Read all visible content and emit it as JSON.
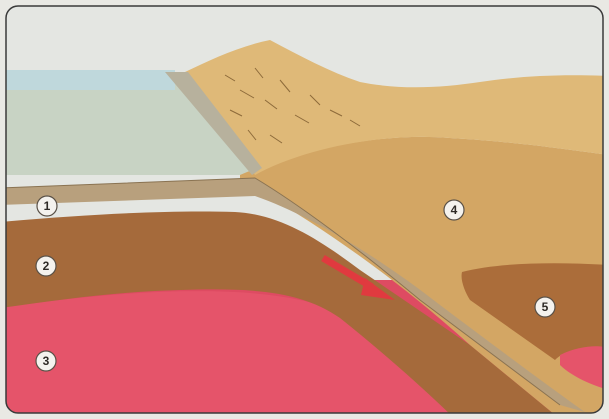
{
  "diagram": {
    "labels": [
      {
        "id": "layer-1",
        "text": "1"
      },
      {
        "id": "layer-2",
        "text": "2"
      },
      {
        "id": "layer-3",
        "text": "3"
      },
      {
        "id": "layer-4",
        "text": "4"
      },
      {
        "id": "layer-5",
        "text": "5"
      }
    ],
    "arrow": {
      "direction": "down-right",
      "color": "#e03a3f"
    },
    "colors": {
      "sky": "#e4e6e2",
      "ocean": "#c9d8c8",
      "ocean_surface": "#bcd6dc",
      "oceanic_crust": "#b99f7e",
      "lithosphere": "#a26a3c",
      "asthenosphere": "#e6556b",
      "continental_crust": "#d7a866",
      "mountain": "#e0bb7a",
      "magma_chamber": "#aa6e3b"
    }
  }
}
